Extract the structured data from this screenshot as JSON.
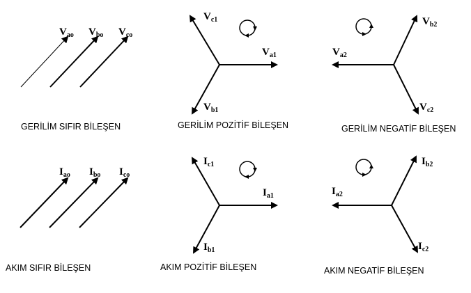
{
  "voltage": {
    "zero": {
      "caption": "GERİLİM SIFIR BİLEŞEN",
      "labels": [
        {
          "main": "V",
          "sub": "ao"
        },
        {
          "main": "V",
          "sub": "bo"
        },
        {
          "main": "V",
          "sub": "co"
        }
      ]
    },
    "positive": {
      "caption": "GERİLİM POZİTİF BİLEŞEN",
      "labels": [
        {
          "main": "V",
          "sub": "a1"
        },
        {
          "main": "V",
          "sub": "b1"
        },
        {
          "main": "V",
          "sub": "c1"
        }
      ]
    },
    "negative": {
      "caption": "GERİLİM NEGATİF BİLEŞEN",
      "labels": [
        {
          "main": "V",
          "sub": "a2"
        },
        {
          "main": "V",
          "sub": "b2"
        },
        {
          "main": "V",
          "sub": "c2"
        }
      ]
    }
  },
  "current": {
    "zero": {
      "caption": "AKIM SIFIR BİLEŞEN",
      "labels": [
        {
          "main": "I",
          "sub": "ao"
        },
        {
          "main": "I",
          "sub": "bo"
        },
        {
          "main": "I",
          "sub": "co"
        }
      ]
    },
    "positive": {
      "caption": "AKIM POZİTİF BİLEŞEN",
      "labels": [
        {
          "main": "I",
          "sub": "a1"
        },
        {
          "main": "I",
          "sub": "b1"
        },
        {
          "main": "I",
          "sub": "c1"
        }
      ]
    },
    "negative": {
      "caption": "AKIM NEGATİF BİLEŞEN",
      "labels": [
        {
          "main": "I",
          "sub": "a2"
        },
        {
          "main": "I",
          "sub": "b2"
        },
        {
          "main": "I",
          "sub": "c2"
        }
      ]
    }
  }
}
